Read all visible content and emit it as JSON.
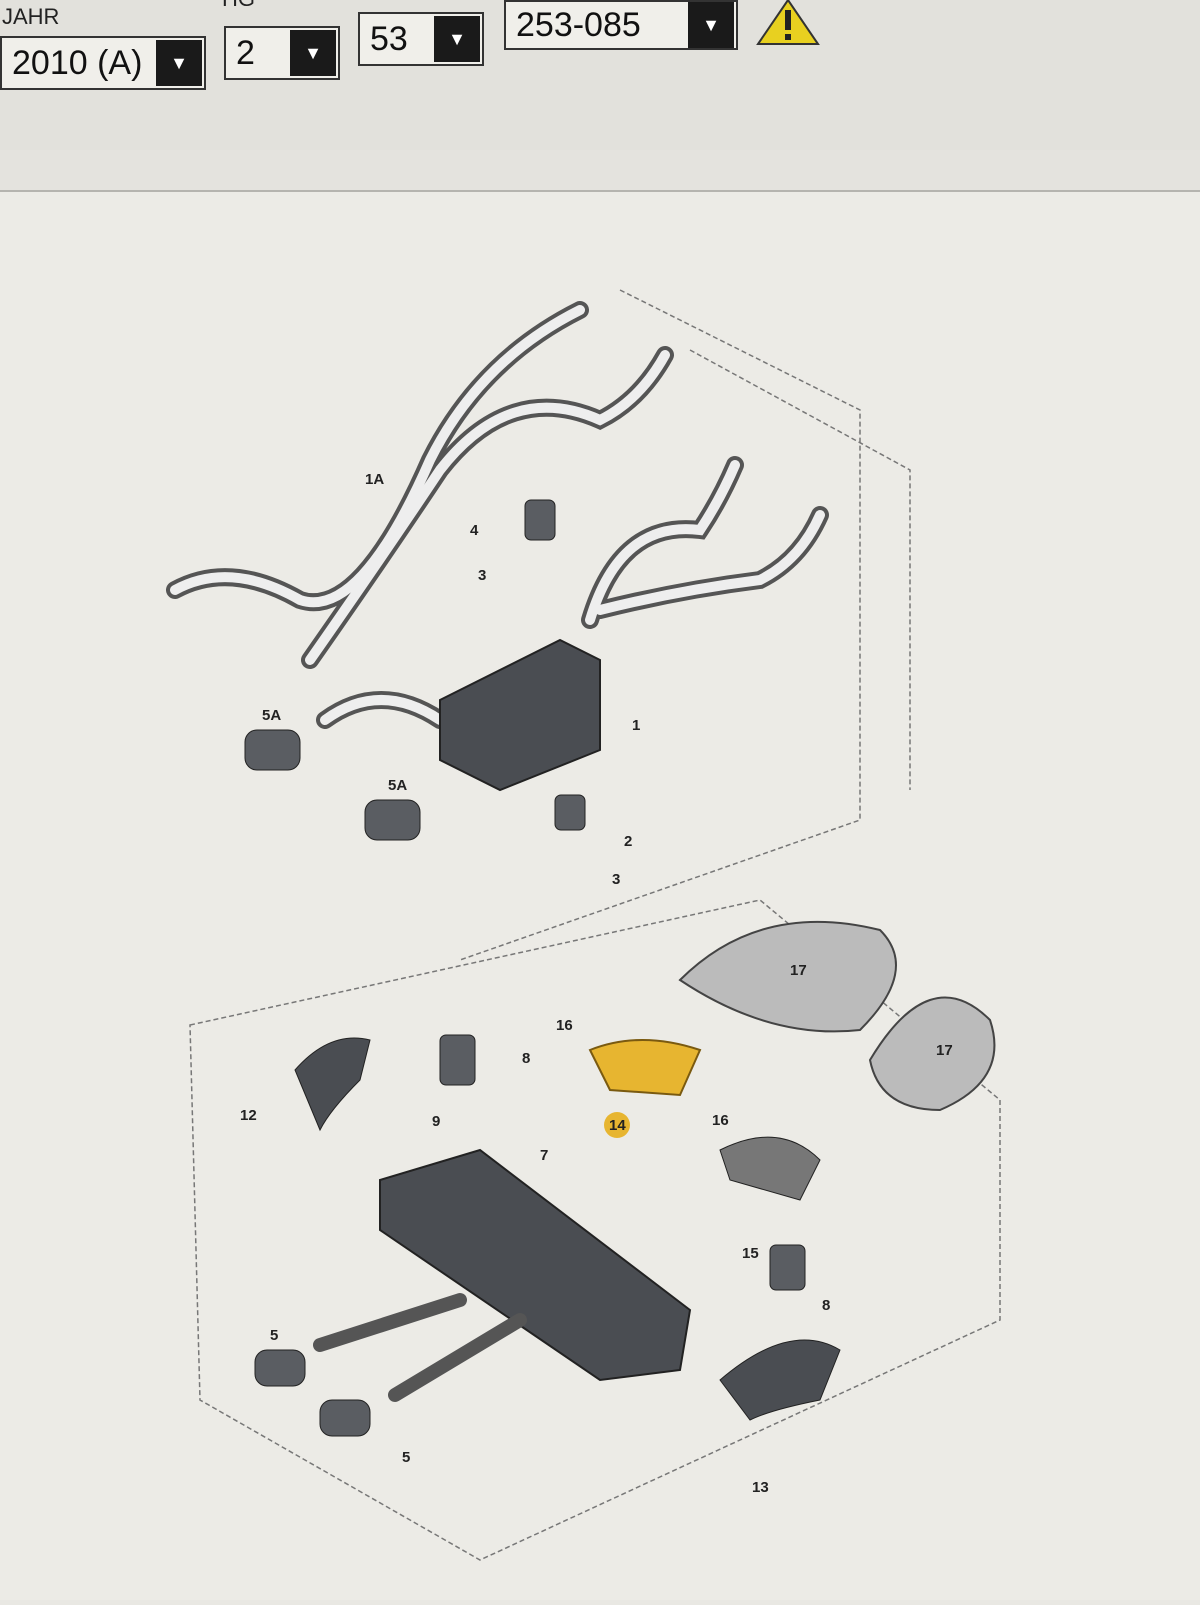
{
  "filters": {
    "year_label": "JAHR",
    "year_value": "2010 (A)",
    "hg_label": "HG",
    "hg_value": "2",
    "ug_value": "53",
    "illustration_value": "253-085"
  },
  "icons": {
    "dropdown": "triangle-down-icon",
    "warning": "warning-triangle-icon"
  },
  "colors": {
    "highlight": "#e7b530",
    "warning": "#e8d020"
  },
  "diagram": {
    "callouts": [
      "1A",
      "4",
      "3",
      "5A",
      "5A",
      "1",
      "2",
      "3",
      "17",
      "17",
      "16",
      "8",
      "12",
      "9",
      "14",
      "16",
      "7",
      "15",
      "8",
      "5",
      "5",
      "13"
    ],
    "highlighted_part": "14"
  }
}
